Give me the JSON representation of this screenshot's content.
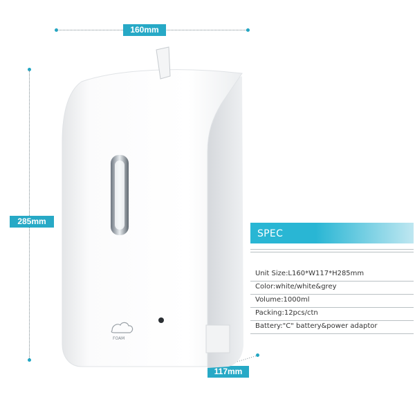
{
  "dimensions": {
    "width_label": "160mm",
    "height_label": "285mm",
    "depth_label": "117mm"
  },
  "product": {
    "logo_text": "FOAM",
    "colors": {
      "body": "#ffffff",
      "accent": "#27a9c6"
    }
  },
  "spec": {
    "title": "SPEC",
    "rows": [
      "Unit Size:L160*W117*H285mm",
      "Color:white/white&grey",
      "Volume:1000ml",
      "Packing:12pcs/ctn",
      "Battery:\"C\" battery&power adaptor"
    ]
  }
}
